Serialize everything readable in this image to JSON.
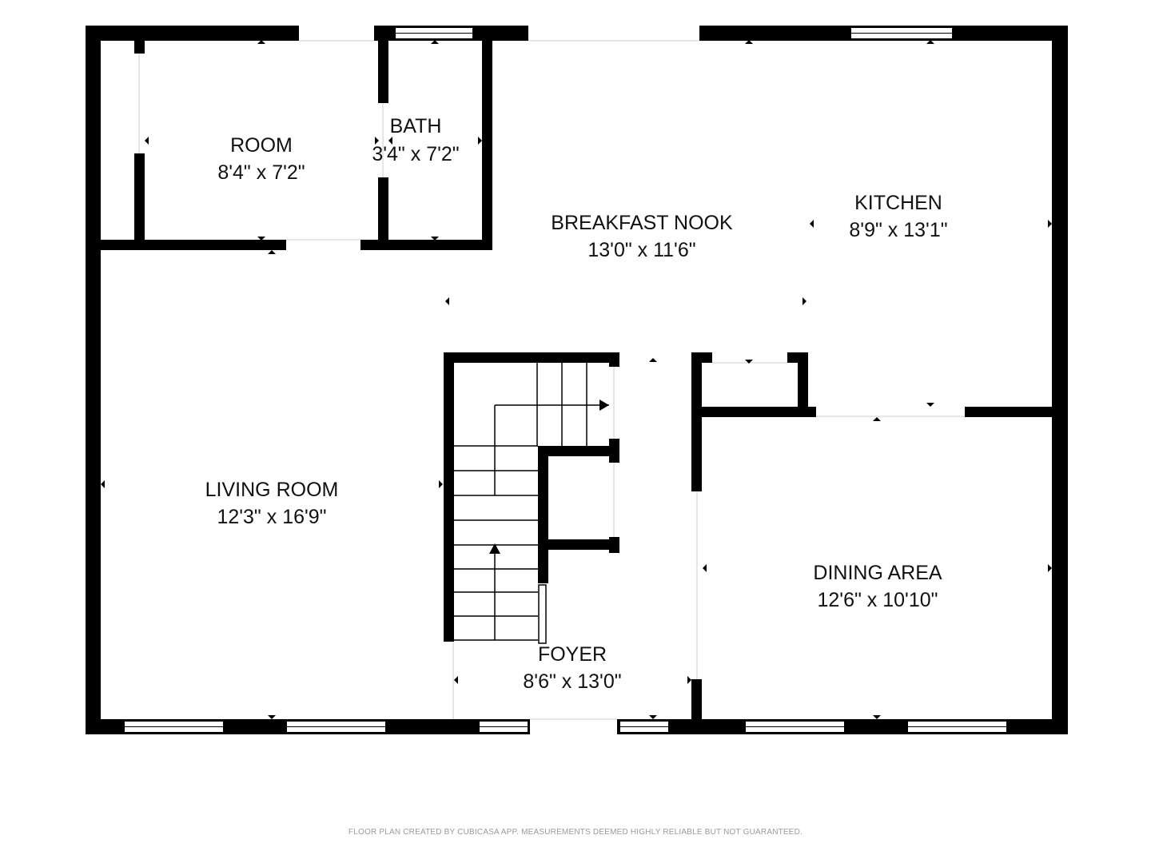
{
  "rooms": {
    "room": {
      "name": "ROOM",
      "size": "8'4\" x 7'2\""
    },
    "bath": {
      "name": "BATH",
      "size": "3'4\" x 7'2\""
    },
    "breakfast_nook": {
      "name": "BREAKFAST NOOK",
      "size": "13'0\" x 11'6\""
    },
    "kitchen": {
      "name": "KITCHEN",
      "size": "8'9\" x 13'1\""
    },
    "living_room": {
      "name": "LIVING ROOM",
      "size": "12'3\" x 16'9\""
    },
    "dining_area": {
      "name": "DINING AREA",
      "size": "12'6\" x 10'10\""
    },
    "foyer": {
      "name": "FOYER",
      "size": "8'6\" x 13'0\""
    }
  },
  "footer": {
    "disclaimer": "FLOOR PLAN CREATED BY CUBICASA APP. MEASUREMENTS DEEMED HIGHLY RELIABLE BUT NOT GUARANTEED."
  },
  "colors": {
    "wall": "#000000",
    "background": "#ffffff",
    "label": "#111111",
    "footer": "#9a9a9a"
  },
  "icons": {
    "stair_arrow": "stair-arrow-icon",
    "dimension_marker": "dimension-marker-icon"
  }
}
